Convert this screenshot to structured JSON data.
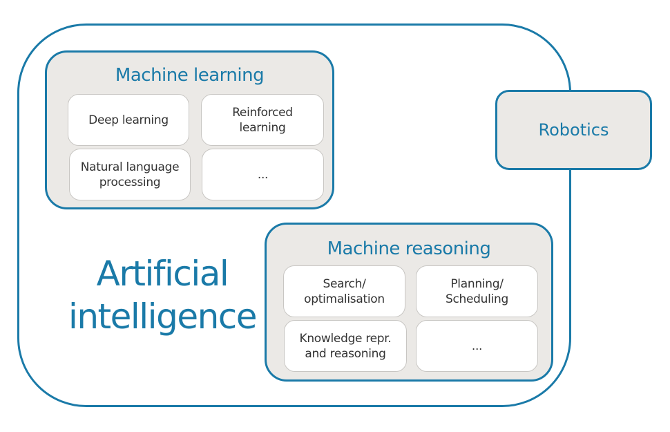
{
  "diagram": {
    "accent_color": "#1a7aa8",
    "box_fill": "#ebe9e6",
    "outer": {
      "label_line1": "Artificial",
      "label_line2": "intelligence"
    },
    "machine_learning": {
      "title": "Machine learning",
      "items": [
        "Deep learning",
        "Reinforced learning",
        "Natural language processing",
        "..."
      ]
    },
    "robotics": {
      "title": "Robotics"
    },
    "machine_reasoning": {
      "title": "Machine reasoning",
      "items": [
        "Search/ optimalisation",
        "Planning/ Scheduling",
        "Knowledge repr. and reasoning",
        "..."
      ]
    }
  }
}
